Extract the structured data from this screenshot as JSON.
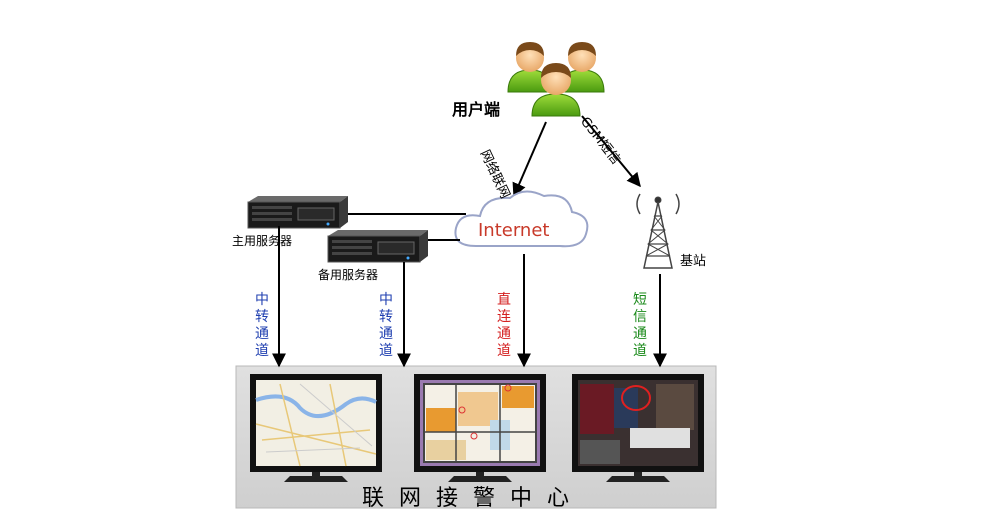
{
  "labels": {
    "user": "用户端",
    "network_link": "网络联网",
    "gsm_link": "GSM短信",
    "internet": "Internet",
    "primary_server": "主用服务器",
    "backup_server": "备用服务器",
    "base_station": "基站",
    "relay_channel_1": "中转通道",
    "relay_channel_2": "中转通道",
    "direct_channel": "直连通道",
    "sms_channel": "短信通道",
    "center": "联 网 接 警 中 心"
  },
  "colors": {
    "relay": "#1f3fb0",
    "direct": "#d42020",
    "sms": "#1a8a1a",
    "internet_text": "#c83a2a",
    "panel": "#d4d4d4"
  },
  "icons": [
    "users-icon",
    "cloud-icon",
    "server-icon",
    "antenna-icon",
    "monitor-icon"
  ]
}
